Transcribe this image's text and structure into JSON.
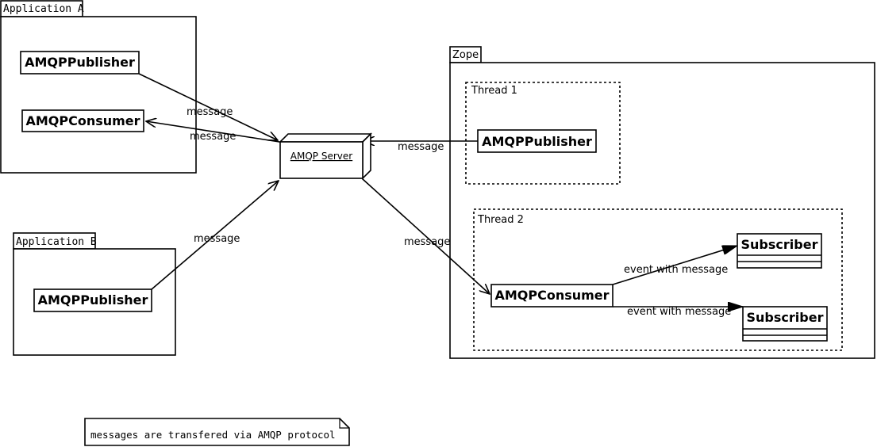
{
  "packages": {
    "app_a": {
      "label": "Application A"
    },
    "app_b": {
      "label": "Application B"
    },
    "zope": {
      "label": "Zope"
    }
  },
  "threads": {
    "thread1": {
      "label": "Thread 1"
    },
    "thread2": {
      "label": "Thread 2"
    }
  },
  "components": {
    "app_a_publisher": "AMQPPublisher",
    "app_a_consumer": "AMQPConsumer",
    "app_b_publisher": "AMQPPublisher",
    "zope_publisher": "AMQPPublisher",
    "zope_consumer": "AMQPConsumer",
    "subscriber_1": "Subscriber",
    "subscriber_2": "Subscriber"
  },
  "server": {
    "label": "AMQP Server"
  },
  "edges": {
    "a_pub_to_server": "message",
    "server_to_a_cons": "message",
    "b_pub_to_server": "message",
    "zope_pub_to_server": "message",
    "server_to_zope_cons": "message",
    "cons_to_sub1": "event with message",
    "cons_to_sub2": "event with message"
  },
  "note": {
    "text": "messages are transfered via AMQP protocol"
  }
}
